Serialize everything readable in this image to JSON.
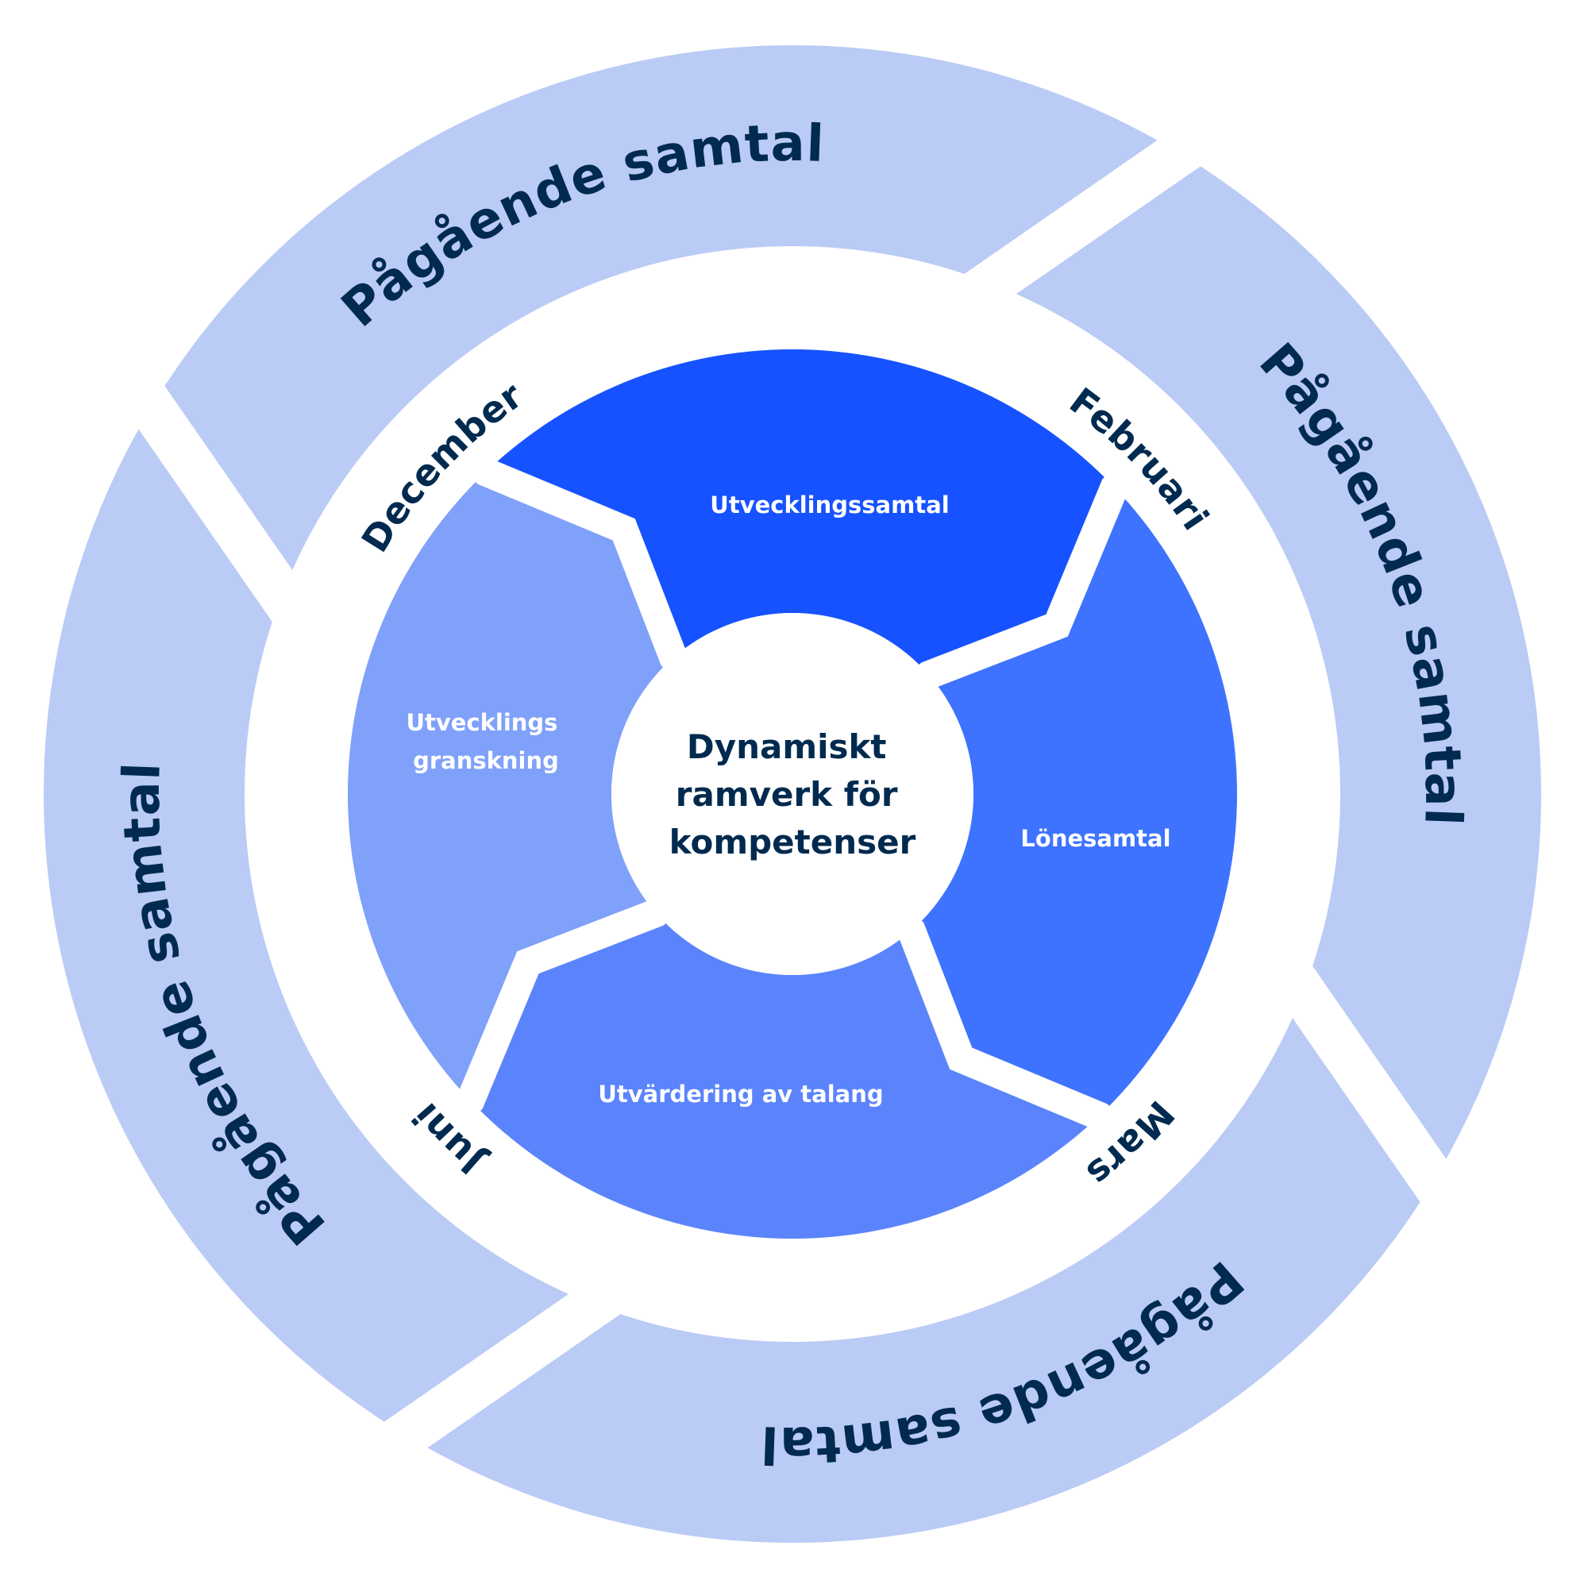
{
  "diagram": {
    "title": "Dynamiskt ramverk för kompetenser",
    "center": {
      "lines": [
        "Dynamiskt",
        "ramverk för",
        "kompetenser"
      ]
    },
    "colors": {
      "outer_ring": "#bacbf5",
      "text_dark": "#002a4f",
      "segment_text": "#ffffff",
      "background": "#ffffff"
    },
    "outer_ring": {
      "segments": [
        {
          "label": "Pågående samtal",
          "position": "top"
        },
        {
          "label": "Pågående samtal",
          "position": "right"
        },
        {
          "label": "Pågående samtal",
          "position": "bottom"
        },
        {
          "label": "Pågående samtal",
          "position": "left"
        }
      ]
    },
    "months": [
      {
        "label": "December",
        "position": "top-left"
      },
      {
        "label": "Februari",
        "position": "top-right"
      },
      {
        "label": "Mars",
        "position": "bottom-right"
      },
      {
        "label": "Juni",
        "position": "bottom-left"
      }
    ],
    "inner_ring": {
      "segments": [
        {
          "lines": [
            "Utvecklingssamtal"
          ],
          "position": "top",
          "color": "#1652ff"
        },
        {
          "lines": [
            "Lönesamtal"
          ],
          "position": "right",
          "color": "#3d73ff"
        },
        {
          "lines": [
            "Utvärdering av talang"
          ],
          "position": "bottom",
          "color": "#5b84fc"
        },
        {
          "lines": [
            "Utvecklings",
            "granskning"
          ],
          "position": "left",
          "color": "#80a1fa"
        }
      ]
    }
  }
}
